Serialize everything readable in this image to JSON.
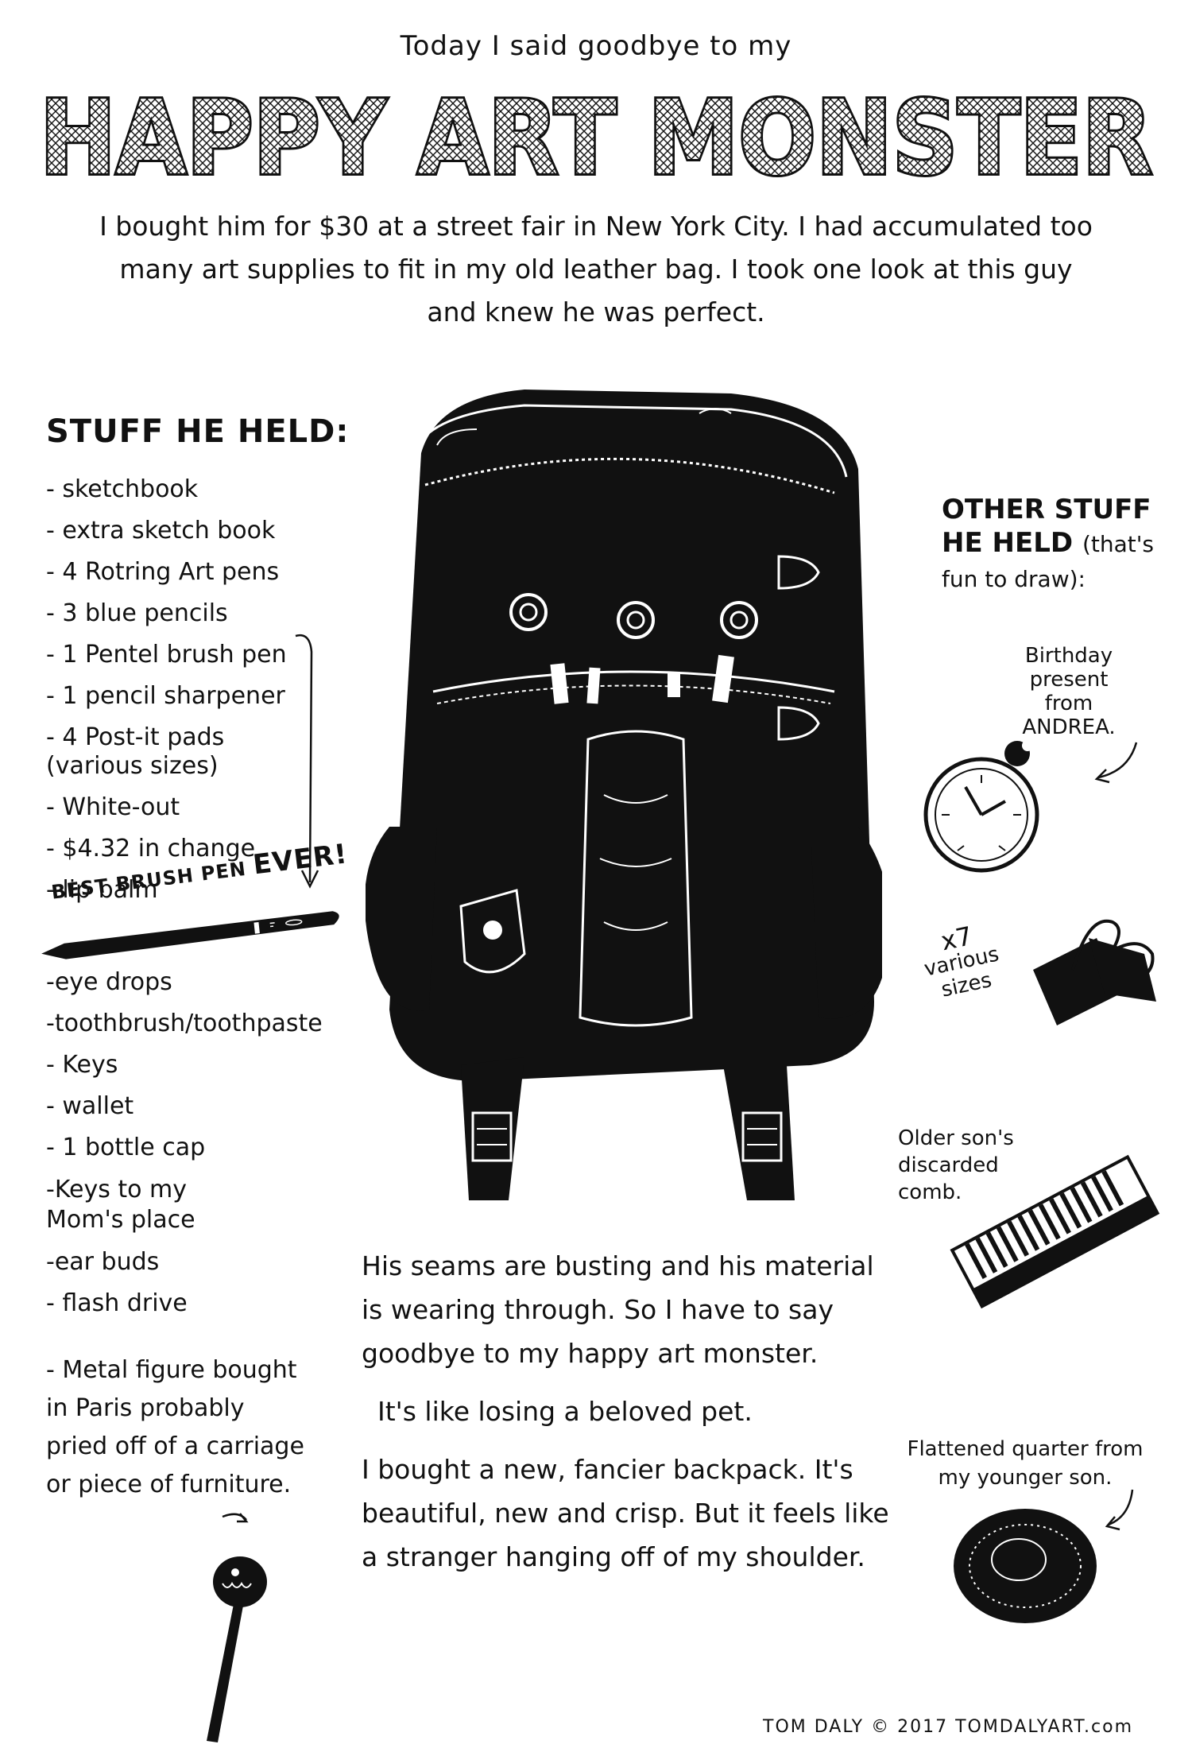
{
  "header": {
    "kicker": "Today I said goodbye to my",
    "title": "HAPPY ART MONSTER"
  },
  "intro": "I bought him for $30 at a street fair in New York City. I had accumulated too many art supplies to fit in my old leather bag. I took one look at this guy and knew he was perfect.",
  "left": {
    "heading": "STUFF HE HELD:",
    "items_a": [
      "- sketchbook",
      "- extra sketch book",
      "- 4 Rotring Art pens",
      "- 3 blue pencils",
      "- 1 Pentel brush pen",
      "- 1 pencil sharpener",
      "- 4 Post-it pads\n  (various sizes)",
      "- White-out",
      "- $4.32 in change",
      "- lip balm"
    ],
    "pen_label_small": "BEST BRUSH PEN",
    "pen_label_big": "EVER!",
    "items_b": [
      "-eye drops",
      "-toothbrush/toothpaste",
      "- Keys",
      "- wallet",
      "- 1 bottle cap",
      "-Keys to my\n  Mom's place",
      "-ear buds",
      "- flash drive"
    ],
    "metal_figure": "- Metal figure bought in Paris probably pried off of a carriage or piece of furniture."
  },
  "right": {
    "heading": "OTHER STUFF HE HELD",
    "heading_aside": "(that's fun to draw):",
    "birthday_note": "Birthday present from ANDREA.",
    "clips_count": "x7",
    "clips_note": "various sizes",
    "comb_note": "Older son's discarded comb.",
    "quarter_note": "Flattened quarter from my younger son."
  },
  "story": {
    "p1": "His seams are busting and his material is wearing through. So I have to say goodbye to my happy art monster.",
    "p2": "It's like losing a beloved pet.",
    "p3": "I bought a new, fancier backpack. It's beautiful, new and crisp. But it feels like a stranger hanging off of my shoulder."
  },
  "credit": "TOM DALY © 2017 TOMDALYART.com",
  "colors": {
    "ink": "#111111",
    "paper": "#ffffff"
  }
}
